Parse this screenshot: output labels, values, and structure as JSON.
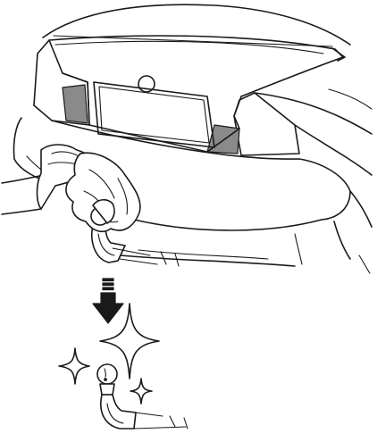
{
  "figure": {
    "colors": {
      "line": "#1a1a1a",
      "background": "#ffffff",
      "shade": "#8a8a8a"
    },
    "icons": [
      "car-rear",
      "tow-hitch",
      "hand-with-cloth",
      "down-arrow-icon",
      "sparkle-icon",
      "clean-tow-hitch"
    ]
  }
}
